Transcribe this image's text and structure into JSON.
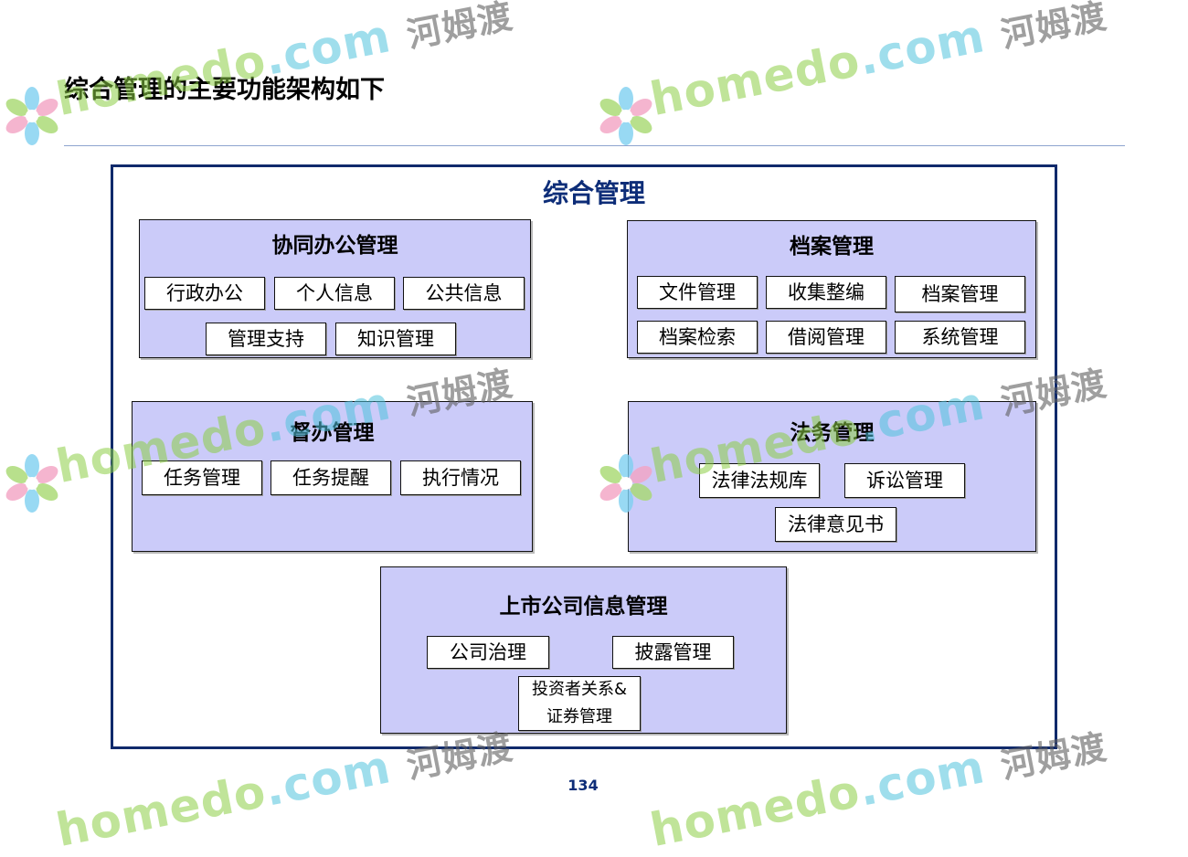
{
  "slide": {
    "title": "综合管理的主要功能架构如下",
    "page_number": "134"
  },
  "diagram": {
    "title": "综合管理",
    "modules": [
      {
        "title": "协同办公管理",
        "items": [
          "行政办公",
          "个人信息",
          "公共信息",
          "管理支持",
          "知识管理"
        ]
      },
      {
        "title": "档案管理",
        "items": [
          "文件管理",
          "收集整编",
          "档案管理",
          "档案检索",
          "借阅管理",
          "系统管理"
        ]
      },
      {
        "title": "督办管理",
        "items": [
          "任务管理",
          "任务提醒",
          "执行情况"
        ]
      },
      {
        "title": "法务管理",
        "items": [
          "法律法规库",
          "诉讼管理",
          "法律意见书"
        ]
      },
      {
        "title": "上市公司信息管理",
        "items": [
          "公司治理",
          "披露管理"
        ],
        "multi_line_item": [
          "投资者关系&",
          "证券管理"
        ]
      }
    ]
  },
  "watermark": {
    "brand": "home",
    "brand_suffix": "do",
    "tld": ".com",
    "chinese": "河姆渡",
    "colors": {
      "brand": "#8ccd46",
      "tld": "#50c3dc",
      "chinese": "#5f5f5f"
    }
  },
  "colors": {
    "panel_fill": "#cbcbf9",
    "frame_border": "#102a6b",
    "title_blue": "#0d2d78"
  }
}
